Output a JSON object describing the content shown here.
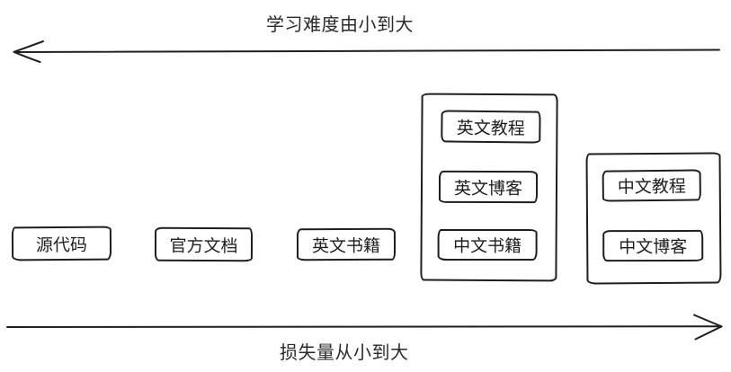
{
  "canvas": {
    "background_color": "#ffffff",
    "stroke_color": "#1e1e1e",
    "text_color": "#2a2a2a",
    "style": "hand-drawn sketch diagram"
  },
  "top_axis": {
    "label": "学习难度由小到大",
    "arrow_direction": "left"
  },
  "bottom_axis": {
    "label": "损失量从小到大",
    "arrow_direction": "right"
  },
  "nodes": [
    {
      "id": "source-code",
      "label": "源代码"
    },
    {
      "id": "official-docs",
      "label": "官方文档"
    },
    {
      "id": "english-books",
      "label": "英文书籍"
    }
  ],
  "groups": [
    {
      "id": "english-group",
      "items": [
        {
          "id": "english-tutorials",
          "label": "英文教程"
        },
        {
          "id": "english-blogs",
          "label": "英文博客"
        },
        {
          "id": "chinese-books",
          "label": "中文书籍"
        }
      ]
    },
    {
      "id": "chinese-group",
      "items": [
        {
          "id": "chinese-tutorials",
          "label": "中文教程"
        },
        {
          "id": "chinese-blogs",
          "label": "中文博客"
        }
      ]
    }
  ]
}
